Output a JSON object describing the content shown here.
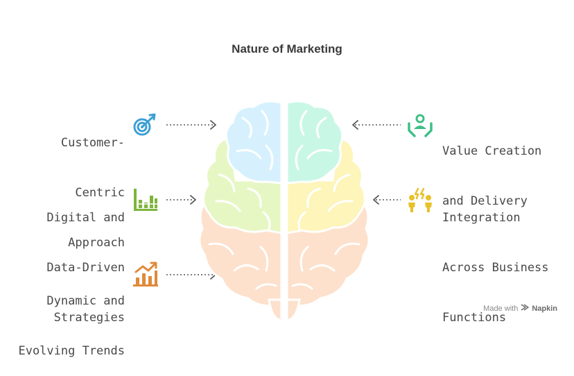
{
  "title": "Nature of Marketing",
  "items": [
    {
      "side": "left",
      "lines": [
        "Customer-",
        "Centric",
        "Approach"
      ],
      "icon": "target-icon",
      "color": "#3d9fd6"
    },
    {
      "side": "left",
      "lines": [
        "Digital and",
        "Data-Driven",
        "Strategies"
      ],
      "icon": "bar-chart-icon",
      "color": "#7db53a"
    },
    {
      "side": "left",
      "lines": [
        "Dynamic and",
        "Evolving Trends"
      ],
      "icon": "trend-up-icon",
      "color": "#e08a3a"
    },
    {
      "side": "right",
      "lines": [
        "Value Creation",
        "and Delivery"
      ],
      "icon": "hands-person-icon",
      "color": "#3fbf87"
    },
    {
      "side": "right",
      "lines": [
        "Integration",
        "Across Business",
        "Functions"
      ],
      "icon": "people-lightning-icon",
      "color": "#e8c12a"
    }
  ],
  "brain_colors": {
    "top_left": "#d6f1fd",
    "top_right": "#c9f7e6",
    "middle_left": "#e6f7c4",
    "middle_right": "#fdf5ba",
    "bottom": "#fde1cc"
  },
  "footer": {
    "prefix": "Made with",
    "brand": "Napkin"
  }
}
